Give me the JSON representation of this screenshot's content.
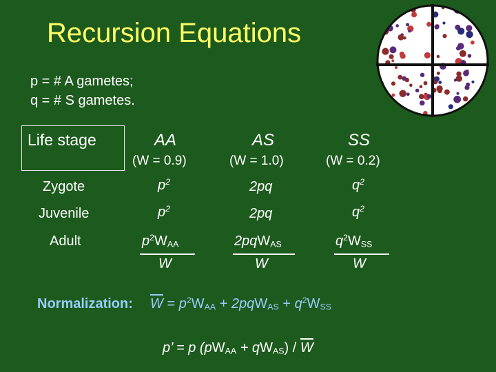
{
  "title": "Recursion Equations",
  "intro": {
    "line1": "p = # A gametes;",
    "line2": "q = # S gametes."
  },
  "table": {
    "corner_label": "Life stage",
    "genotypes": [
      {
        "name": "AA",
        "fitness_text": "(W = 0.9)",
        "fitness": 0.9
      },
      {
        "name": "AS",
        "fitness_text": "(W = 1.0)",
        "fitness": 1.0
      },
      {
        "name": "SS",
        "fitness_text": "(W = 0.2)",
        "fitness": 0.2
      }
    ],
    "rows": [
      {
        "stage": "Zygote",
        "aa": "p",
        "aa_exp": "2",
        "as": "2pq",
        "ss": "q",
        "ss_exp": "2"
      },
      {
        "stage": "Juvenile",
        "aa": "p",
        "aa_exp": "2",
        "as": "2pq",
        "ss": "q",
        "ss_exp": "2"
      },
      {
        "stage": "Adult",
        "aa_num": {
          "base": "p",
          "exp": "2",
          "w": "W",
          "sub": "AA"
        },
        "as_num": {
          "base": "2pq",
          "w": "W",
          "sub": "AS"
        },
        "ss_num": {
          "base": "q",
          "exp": "2",
          "w": "W",
          "sub": "SS"
        },
        "denominator": "W"
      }
    ]
  },
  "normalization": {
    "label": "Normalization:",
    "wbar": "W",
    "equals": "=",
    "t1": "p",
    "t1_exp": "2",
    "t1_w": "W",
    "t1_sub": "AA",
    "plus1": "+",
    "t2": "2pq",
    "t2_w": "W",
    "t2_sub": "AS",
    "plus2": "+",
    "t3": "q",
    "t3_exp": "2",
    "t3_w": "W",
    "t3_sub": "SS"
  },
  "update": {
    "lhs": "p’ = p (p",
    "w1": "W",
    "sub1": "AA",
    "mid": " + q",
    "w2": "W",
    "sub2": "AS",
    "close": ") / ",
    "wbar": "W"
  },
  "colors": {
    "background": "#1d5a1d",
    "title": "#ffff66",
    "normalization": "#99ccff",
    "text": "#ffffff"
  },
  "icons": {
    "illustration": "population-circle-icon"
  }
}
